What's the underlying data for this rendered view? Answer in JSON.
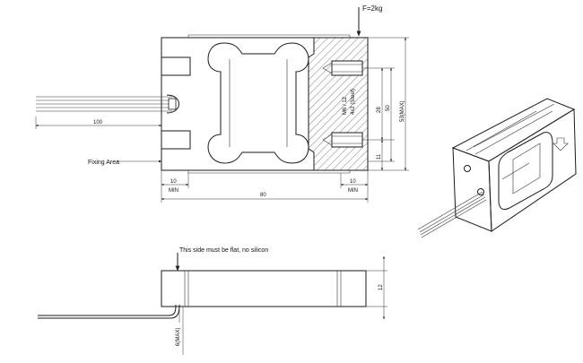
{
  "labels": {
    "force": "F=2kg",
    "fixing_area": "Fixing Area",
    "flat_note": "This side must be flat, no silicon",
    "thread_a": "M6 / 12",
    "thread_b": "4x2 (Steel)"
  },
  "dimensions": {
    "cable_length": "100",
    "total_length": "80",
    "left_min_value": "10",
    "left_min_text": "MIN",
    "right_min_value": "10",
    "right_min_text": "MIN",
    "dim_28": "28",
    "dim_50": "50",
    "dim_11": "11",
    "dim_height": "53(MAX)",
    "dim_thickness": "12",
    "dim_cable_max": "6(MAX)"
  }
}
